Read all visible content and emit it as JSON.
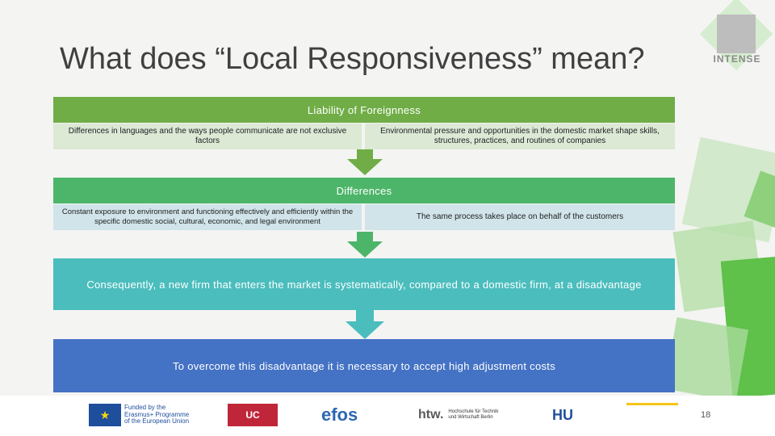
{
  "slide": {
    "title": "What does “Local Responsiveness” mean?",
    "page_number": "18"
  },
  "brand": {
    "logo_text": "INTENSE",
    "colors": {
      "green_dark": "#70ad47",
      "green": "#4db56a",
      "teal": "#4bbdbd",
      "blue": "#4472c4",
      "light_green_box": "#dbe9d5",
      "light_blue_box": "#d0e4ea"
    }
  },
  "flow": {
    "row1": {
      "header": "Liability of Foreignness",
      "left": "Differences in languages and the ways people communicate are not exclusive factors",
      "right": "Environmental pressure and opportunities in the domestic market shape skills, structures, practices, and routines of companies"
    },
    "row2": {
      "header": "Differences",
      "left": "Constant exposure to environment and functioning effectively and efficiently within the specific domestic social, cultural, economic, and legal environment",
      "right": "The same process takes place on behalf of the customers"
    },
    "row3": {
      "text": "Consequently, a new firm that enters the market is systematically, compared to a domestic firm, at a disadvantage"
    },
    "row4": {
      "text": "To overcome this disadvantage it is necessary to accept high adjustment costs"
    }
  },
  "footer": {
    "erasmus": "Funded by the Erasmus+ Programme of the European Union",
    "uc": "UC",
    "efos": "efos",
    "htw": "htw.",
    "htw_sub": "Hochschule für Technik und Wirtschaft Berlin",
    "hu": "HU"
  }
}
